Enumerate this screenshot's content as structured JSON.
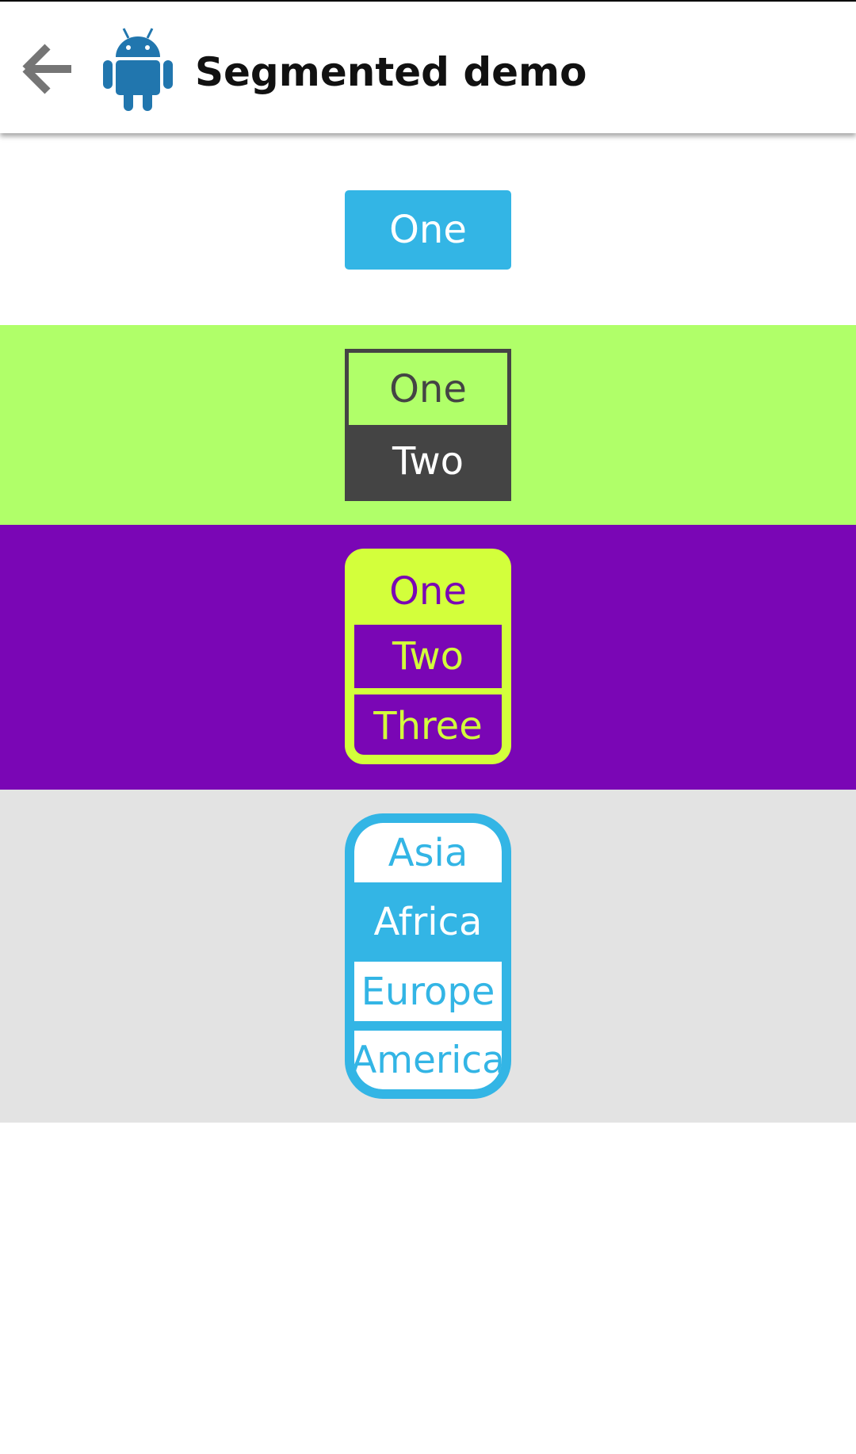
{
  "appbar": {
    "title": "Segmented demo",
    "back_icon": "arrow-back-icon",
    "app_icon": "android-icon"
  },
  "colors": {
    "blue": "#33b5e5",
    "lime": "#b0ff69",
    "dark": "#444444",
    "purple": "#7a06b5",
    "yellow": "#d3ff3b",
    "gray": "#e3e3e3"
  },
  "group1": {
    "options": [
      "One"
    ],
    "selected": 0
  },
  "group2": {
    "options": [
      "One",
      "Two"
    ],
    "selected": 1
  },
  "group3": {
    "options": [
      "One",
      "Two",
      "Three"
    ],
    "selected": 0
  },
  "group4": {
    "options": [
      "Asia",
      "Africa",
      "Europe",
      "America"
    ],
    "selected": 1
  }
}
